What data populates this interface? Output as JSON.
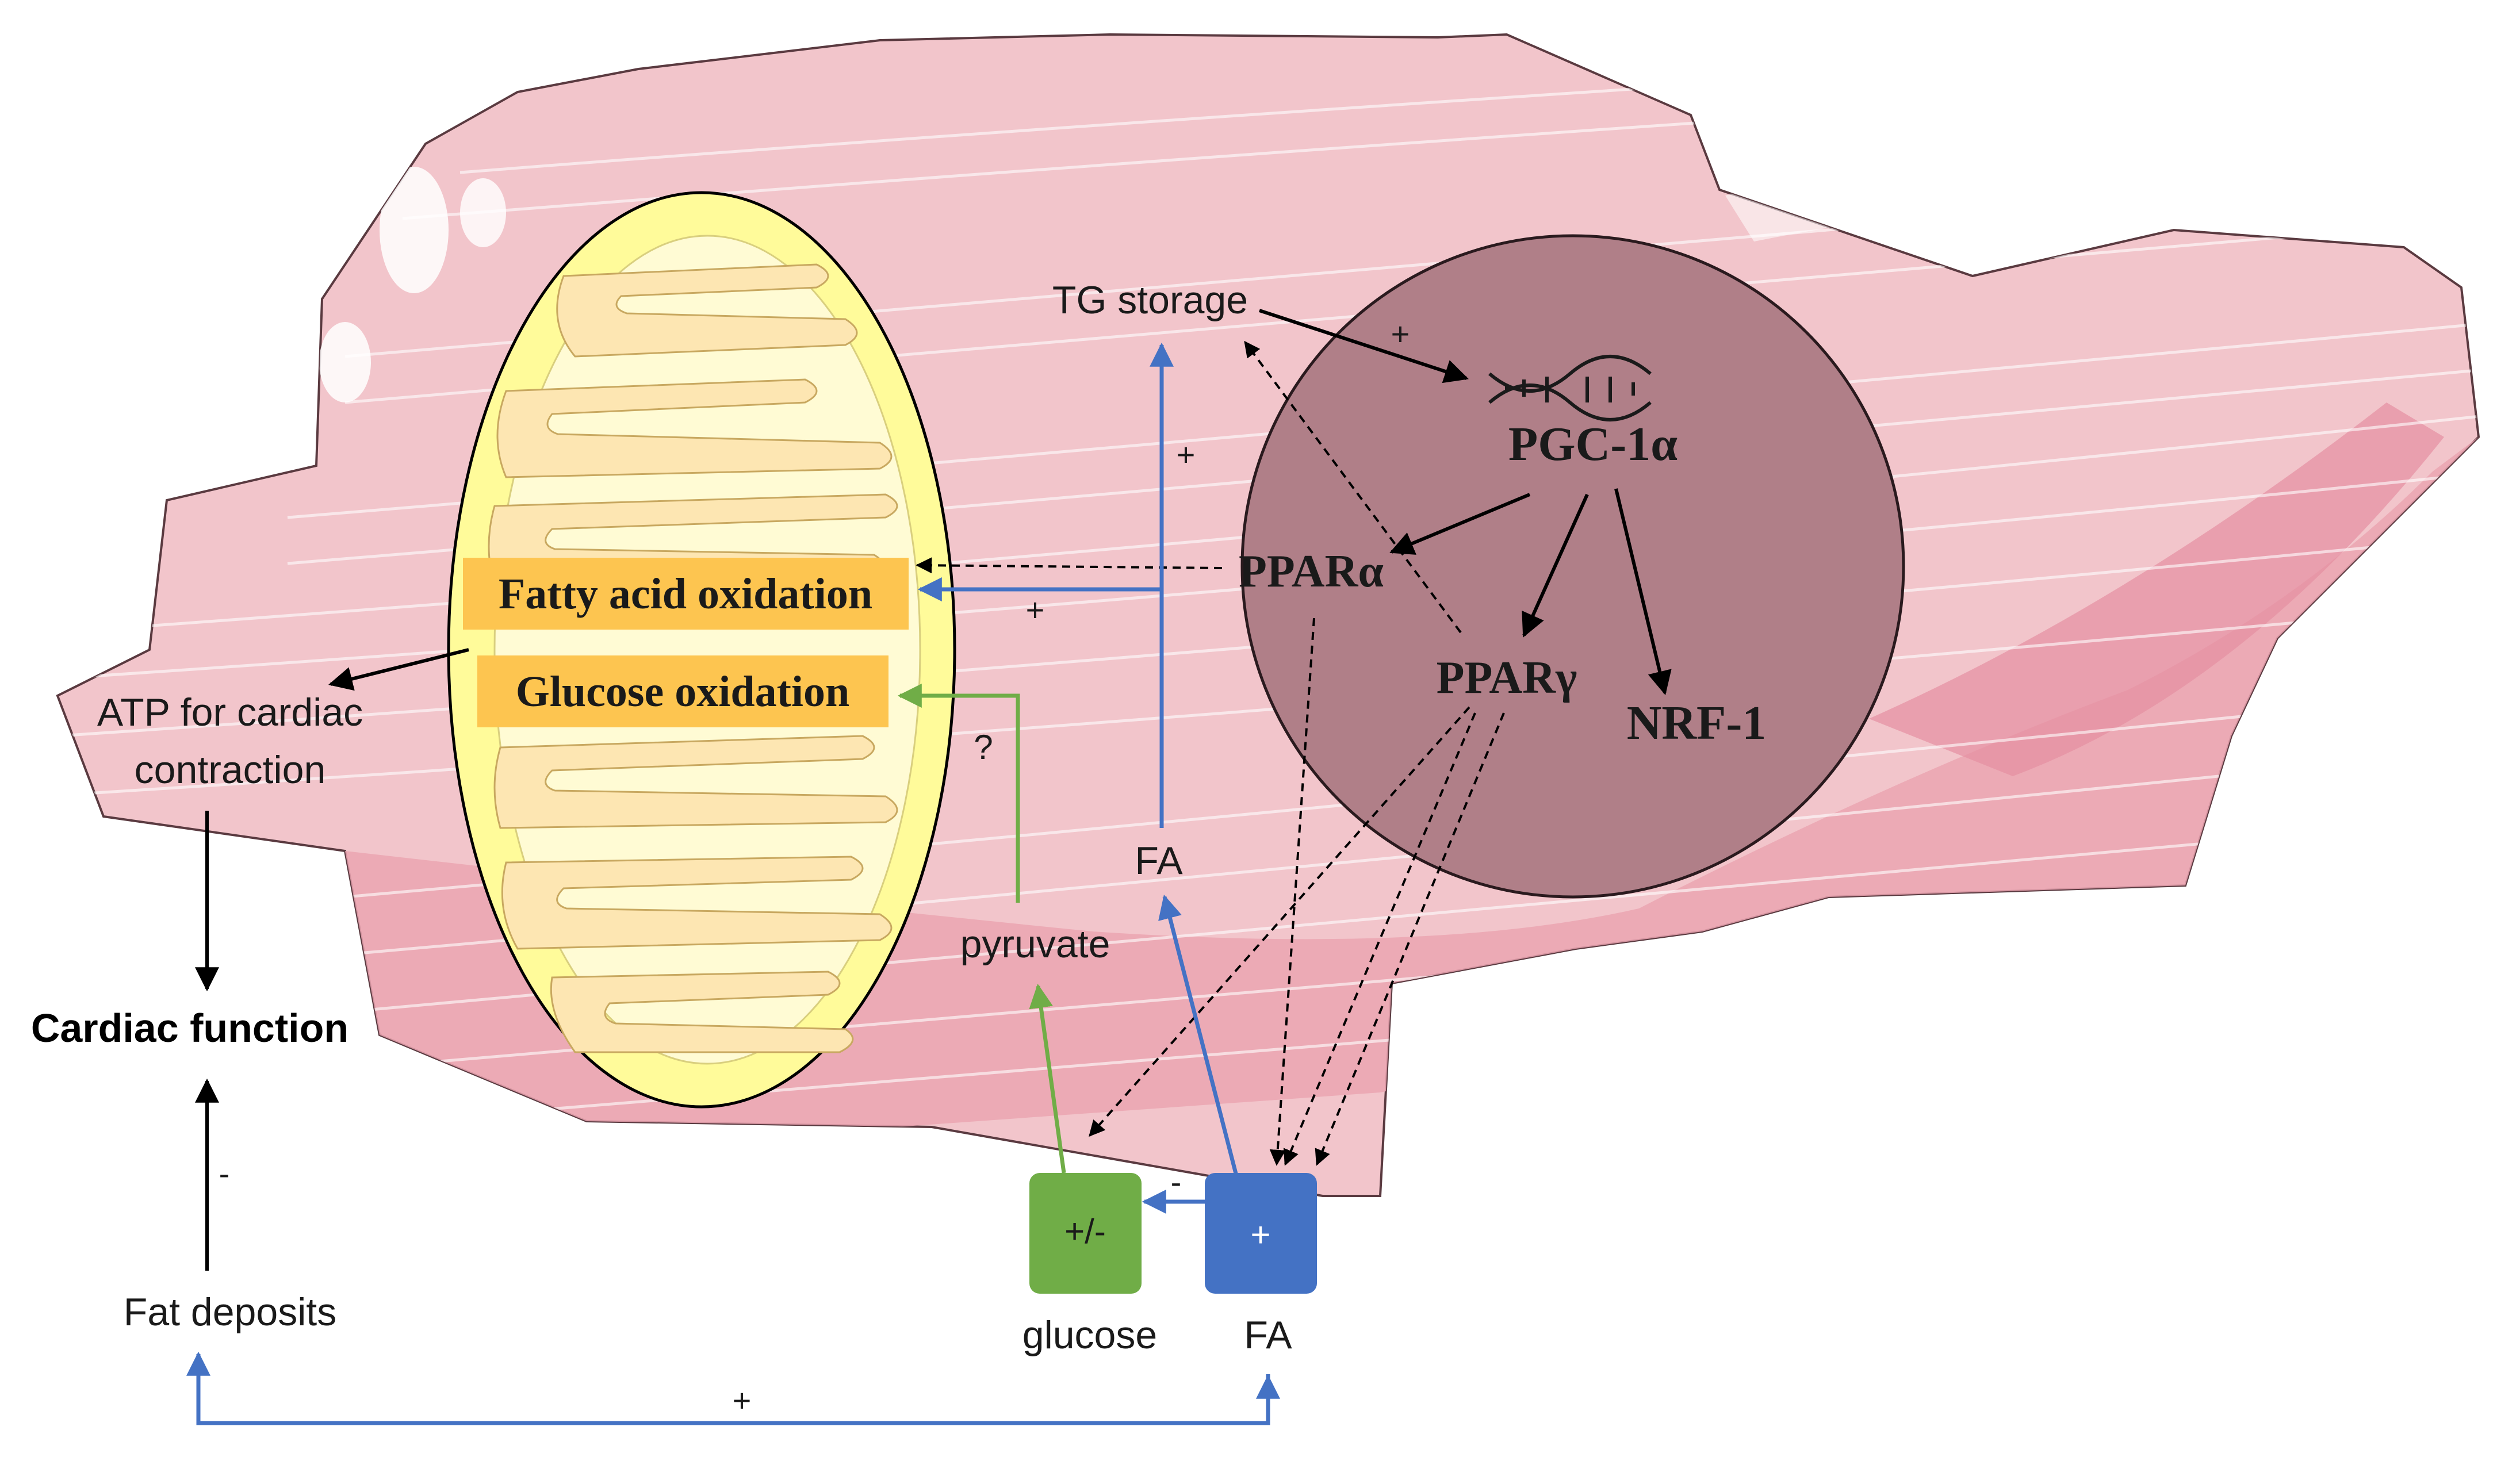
{
  "labels": {
    "tg_storage": "TG storage",
    "pgc1a": "PGC-1α",
    "ppara": "PPARα",
    "pparg": "PPARγ",
    "nrf1": "NRF-1",
    "fatty_acid_oxidation": "Fatty acid oxidation",
    "glucose_oxidation": "Glucose oxidation",
    "atp_line1": "ATP for cardiac",
    "atp_line2": "contraction",
    "cardiac_function": "Cardiac function",
    "fat_deposits": "Fat deposits",
    "pyruvate": "pyruvate",
    "fa_cell": "FA",
    "glucose": "glucose",
    "fa_outside": "FA",
    "glucose_box": "+/-",
    "fa_box": "+"
  },
  "signs": {
    "tg_to_pgc": "+",
    "fa_to_tg": "+",
    "fa_to_fao": "+",
    "pyruvate_to_gox": "?",
    "fa_inhibits_glucose": "-",
    "fat_to_cardiac": "-",
    "fa_to_fat": "+"
  },
  "colors": {
    "blue_arrow": "#4472c4",
    "green_arrow": "#70ad47",
    "label_box": "#fdc550",
    "nucleus": "#b07f88",
    "cell": "#f2c5cb",
    "mito_outer": "#fffb9a",
    "glucose_box": "#70ad47",
    "fa_box": "#4472c4"
  }
}
